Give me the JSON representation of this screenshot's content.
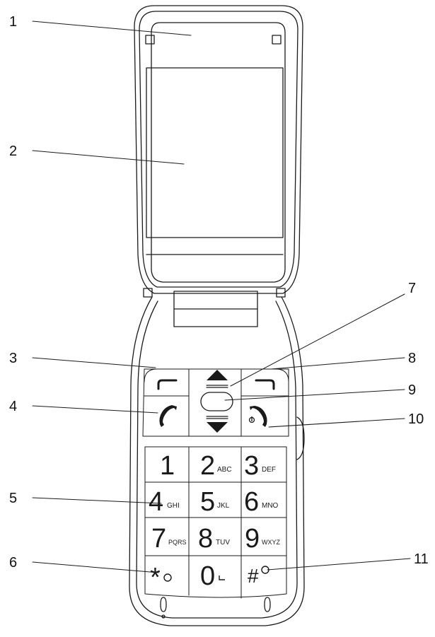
{
  "callouts": [
    "1",
    "2",
    "3",
    "4",
    "5",
    "6",
    "7",
    "8",
    "9",
    "10",
    "11"
  ],
  "keypad": {
    "keys": [
      {
        "digit": "1",
        "letters": ""
      },
      {
        "digit": "2",
        "letters": "ABC"
      },
      {
        "digit": "3",
        "letters": "DEF"
      },
      {
        "digit": "4",
        "letters": "GHI"
      },
      {
        "digit": "5",
        "letters": "JKL"
      },
      {
        "digit": "6",
        "letters": "MNO"
      },
      {
        "digit": "7",
        "letters": "PQRS"
      },
      {
        "digit": "8",
        "letters": "TUV"
      },
      {
        "digit": "9",
        "letters": "WXYZ"
      },
      {
        "digit": "*",
        "letters": ""
      },
      {
        "digit": "0",
        "letters": ""
      },
      {
        "digit": "#",
        "letters": ""
      }
    ]
  },
  "icons": {
    "left_soft_key": "left-soft-key-icon",
    "right_soft_key": "right-soft-key-icon",
    "call_key": "call-handset-icon",
    "end_key": "end-call-power-icon",
    "nav_up": "arrow-up-icon",
    "nav_down": "arrow-down-icon",
    "nav_center": "ok-button-icon",
    "star_extra": "voicemail-icon",
    "hash_extra": "silent-mode-icon",
    "zero_extra": "space-icon"
  },
  "colors": {
    "stroke": "#1a1a1a",
    "background": "#ffffff"
  }
}
